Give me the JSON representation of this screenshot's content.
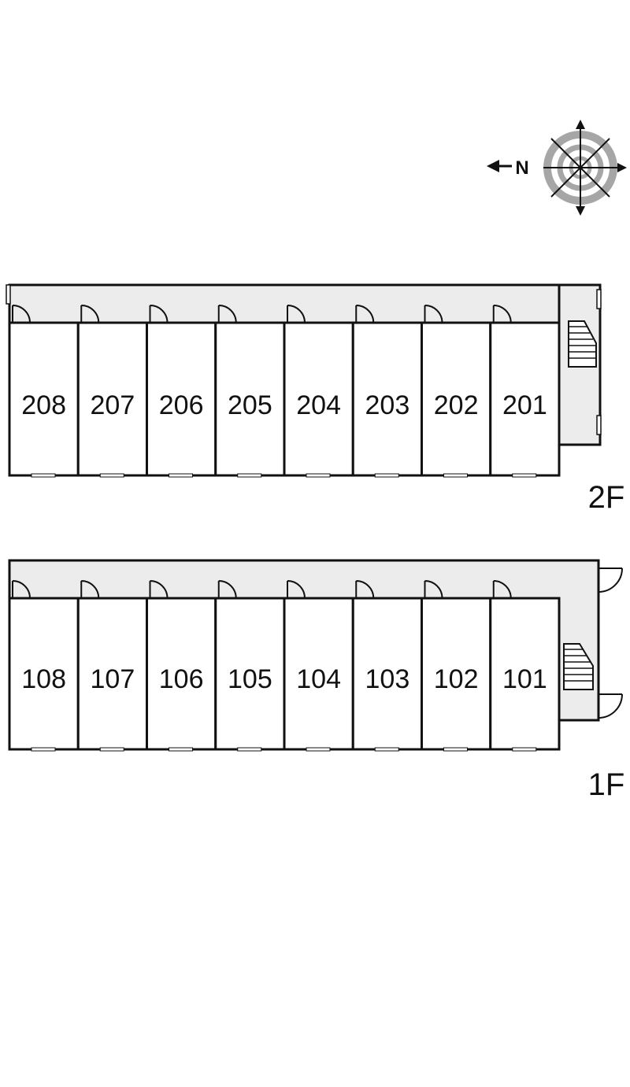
{
  "compass": {
    "north_letter": "N",
    "icon": "compass-icon"
  },
  "floors": [
    {
      "id": "second-floor",
      "label": "2F",
      "units": [
        "208",
        "207",
        "206",
        "205",
        "204",
        "203",
        "202",
        "201"
      ]
    },
    {
      "id": "first-floor",
      "label": "1F",
      "units": [
        "108",
        "107",
        "106",
        "105",
        "104",
        "103",
        "102",
        "101"
      ]
    }
  ],
  "colors": {
    "wall": "#111111",
    "corridor": "#ececec",
    "unit_fill": "#ffffff",
    "compass_ring": "#a6a6a6"
  }
}
